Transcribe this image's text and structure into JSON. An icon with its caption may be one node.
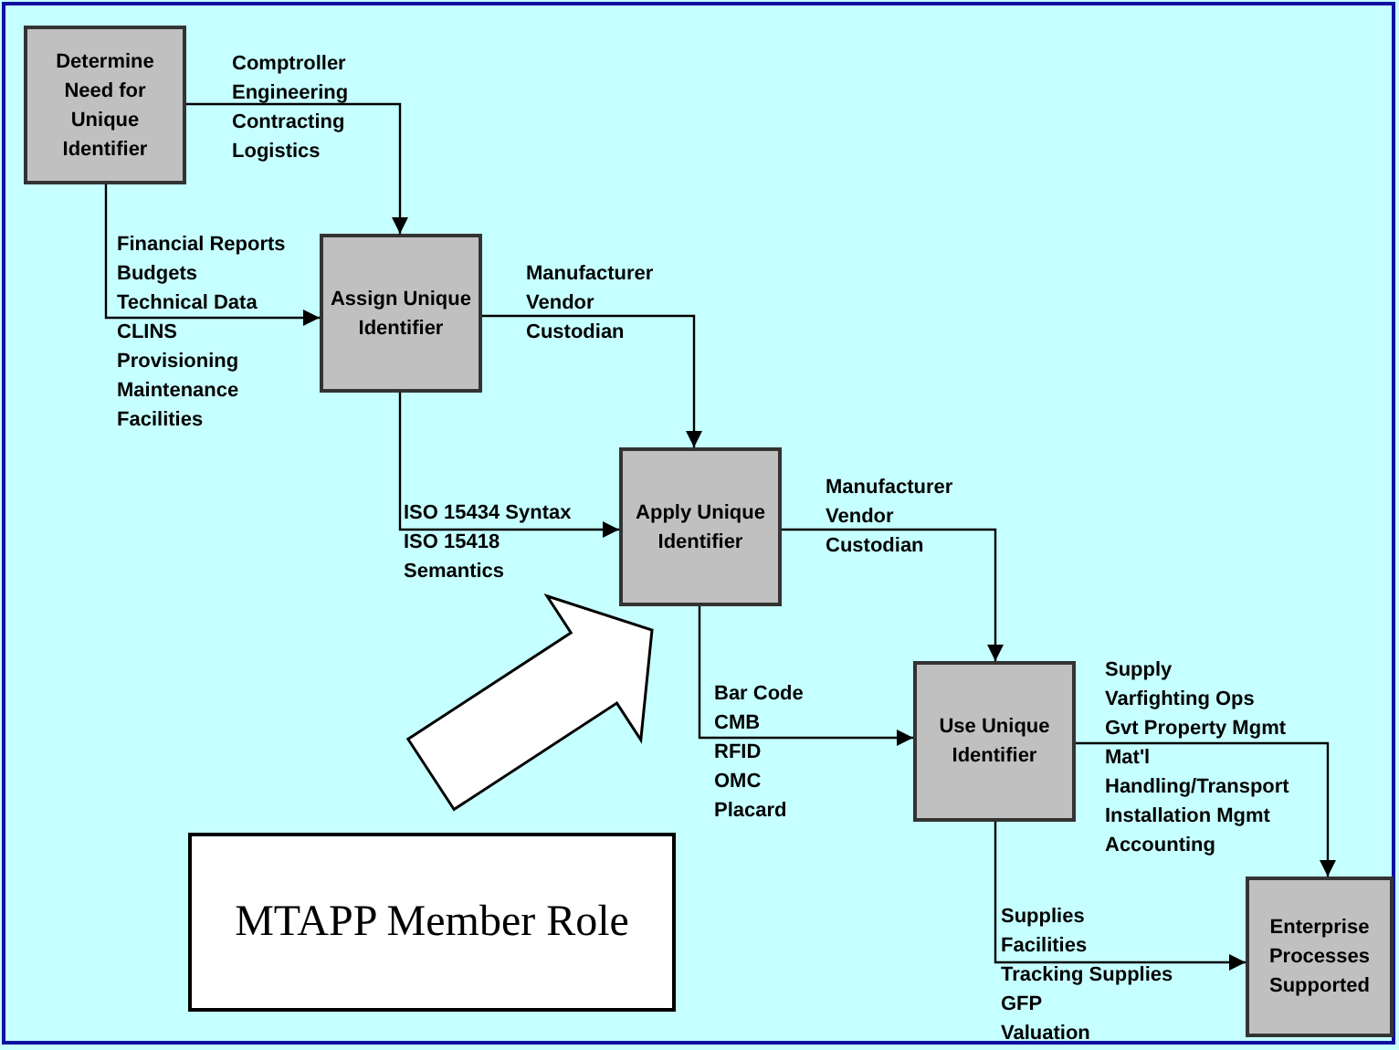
{
  "diagram": {
    "nodes": [
      {
        "text": [
          "Determine Need for Unique Identifier"
        ]
      },
      {
        "text": [
          "Assign Unique Identifier"
        ]
      },
      {
        "text": [
          "Apply Unique Identifier"
        ]
      },
      {
        "text": [
          "Use Unique Identifier"
        ]
      },
      {
        "text": [
          "Enterprise Processes Supported"
        ]
      },
      {
        "text": [
          "MTAPP Member Role"
        ]
      }
    ],
    "edges": [
      {
        "from": 0,
        "to": 1,
        "arrow": "to"
      },
      {
        "from": 0,
        "to": 1,
        "arrow": "to"
      },
      {
        "from": 1,
        "to": 2,
        "arrow": "to"
      },
      {
        "from": 1,
        "to": 2,
        "arrow": "to"
      },
      {
        "from": 2,
        "to": 3,
        "arrow": "to"
      },
      {
        "from": 2,
        "to": 3,
        "arrow": "to"
      },
      {
        "from": 3,
        "to": 4,
        "arrow": "to"
      },
      {
        "from": 3,
        "to": 4,
        "arrow": "to"
      },
      {
        "from": 5,
        "to": 2,
        "arrow": "to",
        "style": "thick"
      }
    ],
    "labels": [
      "Comptroller",
      "Engineering",
      "Contracting",
      "Logistics",
      "Financial Reports",
      "Budgets",
      "Technical Data",
      "CLINS",
      "Provisioning",
      "Maintenance",
      "Facilities",
      "Manufacturer",
      "Vendor",
      "Custodian",
      "ISO 15434 Syntax",
      "ISO 15418",
      "Semantics",
      "Manufacturer",
      "Vendor",
      "Custodian",
      "Bar Code",
      "CMB",
      "RFID",
      "OMC",
      "Placard",
      "Supply",
      "Varfighting Ops",
      "Gvt Property Mgmt",
      "Mat'l",
      "Handling/Transport",
      "Installation Mgmt",
      "Accounting",
      "Supplies",
      "Facilities",
      "Tracking Supplies",
      "GFP",
      "Valuation"
    ]
  }
}
